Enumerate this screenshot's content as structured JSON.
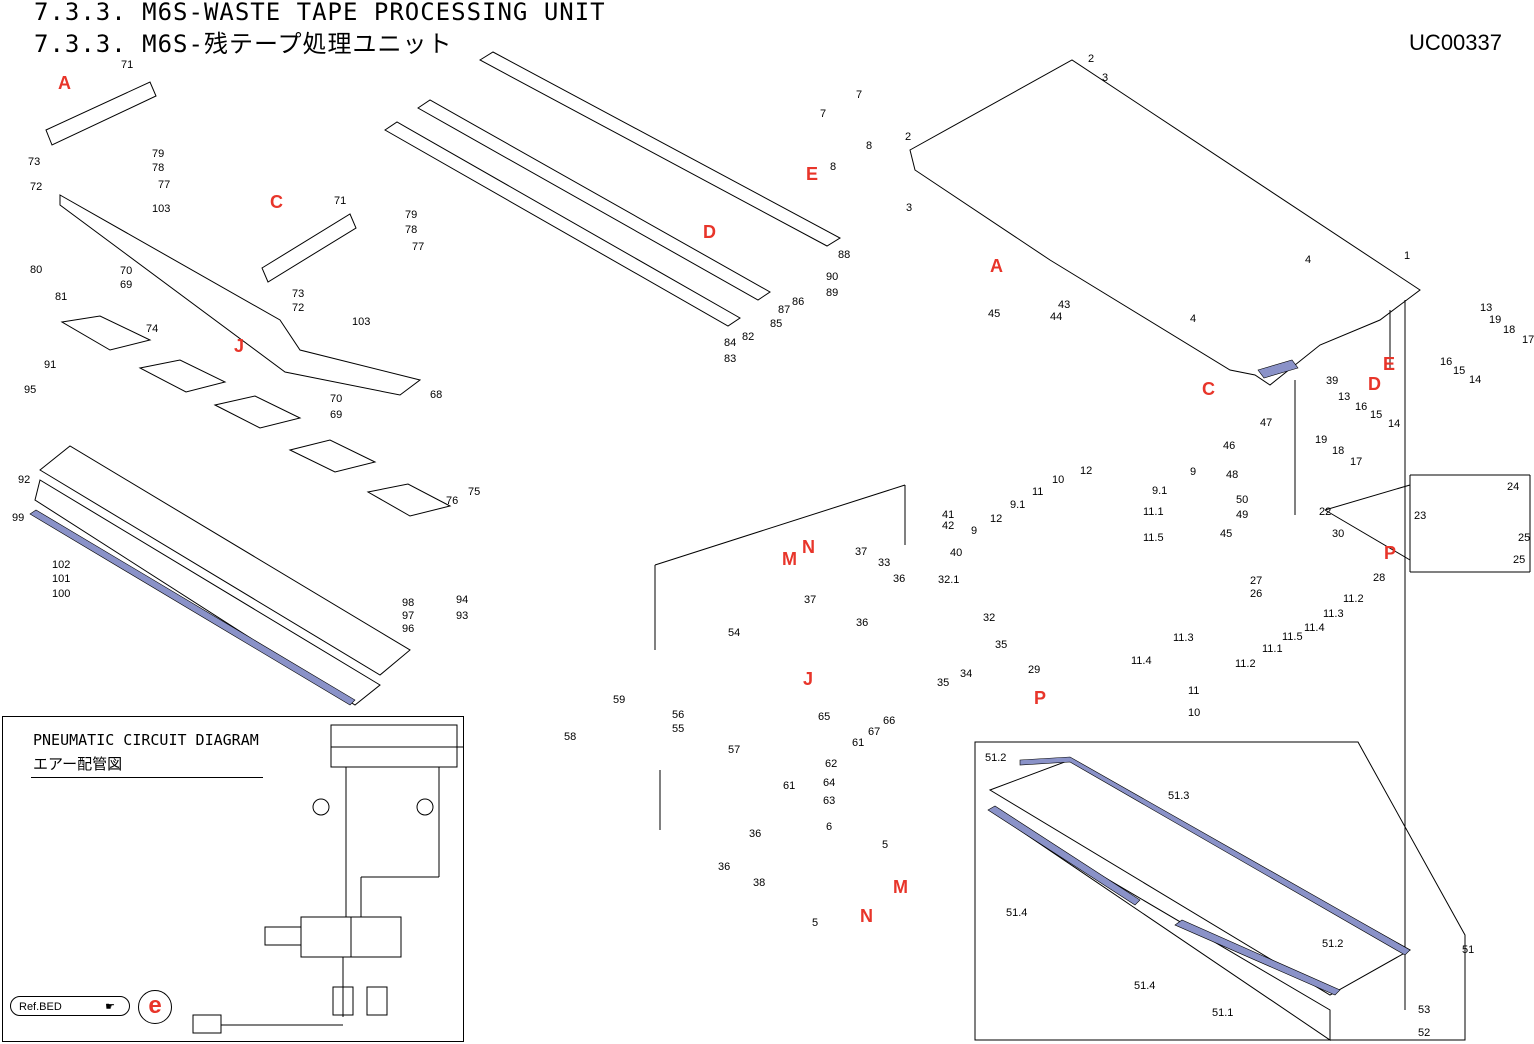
{
  "header": {
    "title_en": "7.3.3. M6S-WASTE TAPE PROCESSING UNIT",
    "title_jp": "7.3.3. M6S-残テープ処理ユニット",
    "doc_id": "UC00337"
  },
  "pneumatic": {
    "title_en": "PNEUMATIC CIRCUIT DIAGRAM",
    "title_jp": "エアー配管図",
    "ref_bed": "Ref.BED",
    "e_mark": "e"
  },
  "colors": {
    "reference_letter": "#e8352a",
    "highlight_strip": "#8a92c8"
  },
  "reference_letters": [
    "A",
    "C",
    "J",
    "D",
    "E",
    "A",
    "E",
    "D",
    "C",
    "P",
    "N",
    "M",
    "J",
    "P",
    "M",
    "N"
  ],
  "part_numbers": [
    "71",
    "73",
    "72",
    "79",
    "78",
    "77",
    "103",
    "80",
    "70",
    "69",
    "81",
    "71",
    "79",
    "78",
    "77",
    "73",
    "72",
    "103",
    "74",
    "91",
    "95",
    "92",
    "99",
    "102",
    "101",
    "100",
    "68",
    "70",
    "69",
    "76",
    "75",
    "94",
    "93",
    "98",
    "97",
    "96",
    "88",
    "90",
    "89",
    "87",
    "86",
    "85",
    "82",
    "84",
    "83",
    "2",
    "3",
    "7",
    "7",
    "8",
    "8",
    "2",
    "3",
    "1",
    "4",
    "4",
    "13",
    "19",
    "18",
    "17",
    "16",
    "15",
    "14",
    "39",
    "13",
    "16",
    "15",
    "14",
    "19",
    "18",
    "17",
    "45",
    "43",
    "44",
    "47",
    "46",
    "48",
    "50",
    "49",
    "22",
    "30",
    "45",
    "24",
    "23",
    "25",
    "25",
    "27",
    "26",
    "28",
    "11.2",
    "11.3",
    "11.4",
    "11.5",
    "11.1",
    "9",
    "12",
    "9.1",
    "11",
    "10",
    "12",
    "9",
    "9.1",
    "11.1",
    "11.5",
    "11.4",
    "11.3",
    "11.2",
    "11",
    "10",
    "41",
    "42",
    "33",
    "40",
    "36",
    "32.1",
    "37",
    "37",
    "36",
    "32",
    "35",
    "34",
    "35",
    "29",
    "54",
    "59",
    "56",
    "55",
    "58",
    "57",
    "65",
    "66",
    "67",
    "61",
    "62",
    "64",
    "63",
    "61",
    "36",
    "36",
    "6",
    "5",
    "38",
    "5",
    "51.2",
    "51.3",
    "51.4",
    "51.2",
    "51.4",
    "51.1",
    "51",
    "53",
    "52"
  ]
}
